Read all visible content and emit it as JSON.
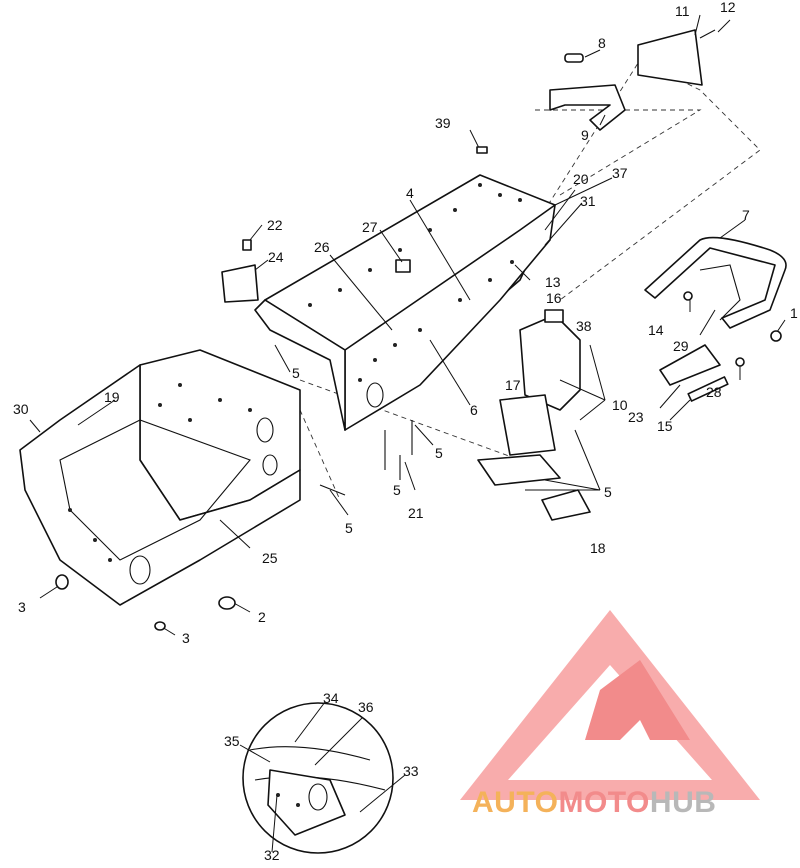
{
  "colors": {
    "line": "#111111",
    "logo_red": "#f28b8b",
    "logo_orange": "#f4b25a",
    "logo_gray": "#b8b8b8"
  },
  "logo": {
    "part1": "AUTO",
    "part2": "MOTO",
    "part3": "HUB"
  },
  "callouts": [
    {
      "id": "c1",
      "text": "1"
    },
    {
      "id": "c2",
      "text": "2"
    },
    {
      "id": "c3a",
      "text": "3"
    },
    {
      "id": "c3b",
      "text": "3"
    },
    {
      "id": "c4",
      "text": "4"
    },
    {
      "id": "c5a",
      "text": "5"
    },
    {
      "id": "c5b",
      "text": "5"
    },
    {
      "id": "c5c",
      "text": "5"
    },
    {
      "id": "c5d",
      "text": "5"
    },
    {
      "id": "c5e",
      "text": "5"
    },
    {
      "id": "c6",
      "text": "6"
    },
    {
      "id": "c7",
      "text": "7"
    },
    {
      "id": "c8",
      "text": "8"
    },
    {
      "id": "c9",
      "text": "9"
    },
    {
      "id": "c10",
      "text": "10"
    },
    {
      "id": "c11",
      "text": "11"
    },
    {
      "id": "c12",
      "text": "12"
    },
    {
      "id": "c13",
      "text": "13"
    },
    {
      "id": "c14",
      "text": "14"
    },
    {
      "id": "c15",
      "text": "15"
    },
    {
      "id": "c16",
      "text": "16"
    },
    {
      "id": "c17",
      "text": "17"
    },
    {
      "id": "c18",
      "text": "18"
    },
    {
      "id": "c19",
      "text": "19"
    },
    {
      "id": "c20",
      "text": "20"
    },
    {
      "id": "c21",
      "text": "21"
    },
    {
      "id": "c22",
      "text": "22"
    },
    {
      "id": "c23",
      "text": "23"
    },
    {
      "id": "c24",
      "text": "24"
    },
    {
      "id": "c25",
      "text": "25"
    },
    {
      "id": "c26",
      "text": "26"
    },
    {
      "id": "c27",
      "text": "27"
    },
    {
      "id": "c28",
      "text": "28"
    },
    {
      "id": "c29",
      "text": "29"
    },
    {
      "id": "c30",
      "text": "30"
    },
    {
      "id": "c31",
      "text": "31"
    },
    {
      "id": "c32",
      "text": "32"
    },
    {
      "id": "c33",
      "text": "33"
    },
    {
      "id": "c34",
      "text": "34"
    },
    {
      "id": "c35",
      "text": "35"
    },
    {
      "id": "c36",
      "text": "36"
    },
    {
      "id": "c37",
      "text": "37"
    },
    {
      "id": "c38",
      "text": "38"
    },
    {
      "id": "c39",
      "text": "39"
    }
  ]
}
